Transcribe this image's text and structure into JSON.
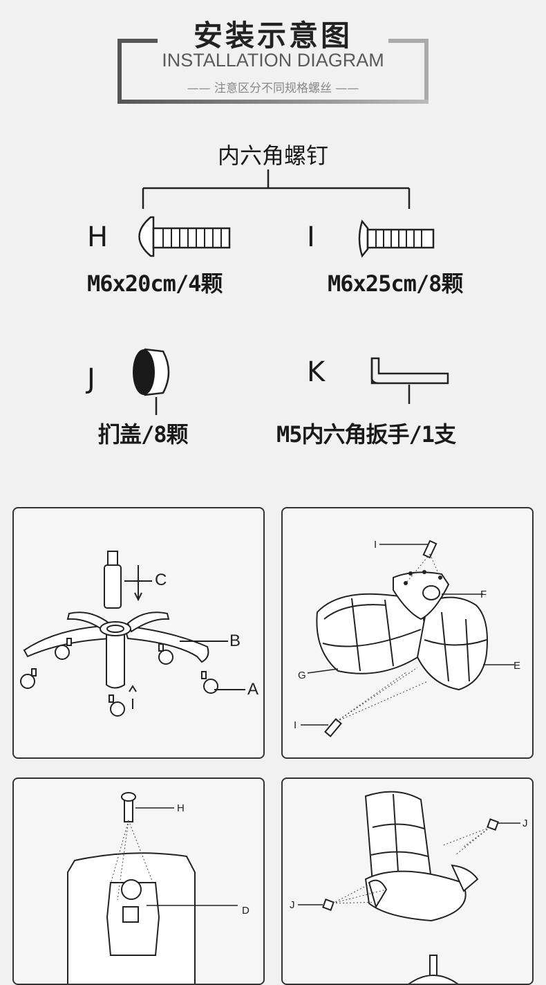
{
  "header": {
    "title_zh": "安装示意图",
    "title_en": "INSTALLATION DIAGRAM",
    "subtitle": "—— 注意区分不同规格螺丝 ——"
  },
  "parts": {
    "group_label": "内六角螺钉",
    "H": {
      "letter": "H",
      "spec": "M6x20cm/4颗",
      "icon": "bolt-round-head-icon"
    },
    "I": {
      "letter": "I",
      "spec": "M6x25cm/8颗",
      "icon": "bolt-countersunk-icon"
    },
    "J": {
      "letter": "J",
      "spec": "扪盖/8颗",
      "icon": "cap-icon"
    },
    "K": {
      "letter": "K",
      "spec": "M5内六角扳手/1支",
      "icon": "hex-key-icon"
    }
  },
  "panels": {
    "p1": {
      "callouts": [
        "C",
        "B",
        "A"
      ]
    },
    "p2": {
      "callouts": [
        "I",
        "F",
        "E",
        "G",
        "I"
      ]
    },
    "p3": {
      "callouts": [
        "H",
        "D"
      ]
    },
    "p4": {
      "callouts": [
        "J",
        "J"
      ]
    }
  }
}
